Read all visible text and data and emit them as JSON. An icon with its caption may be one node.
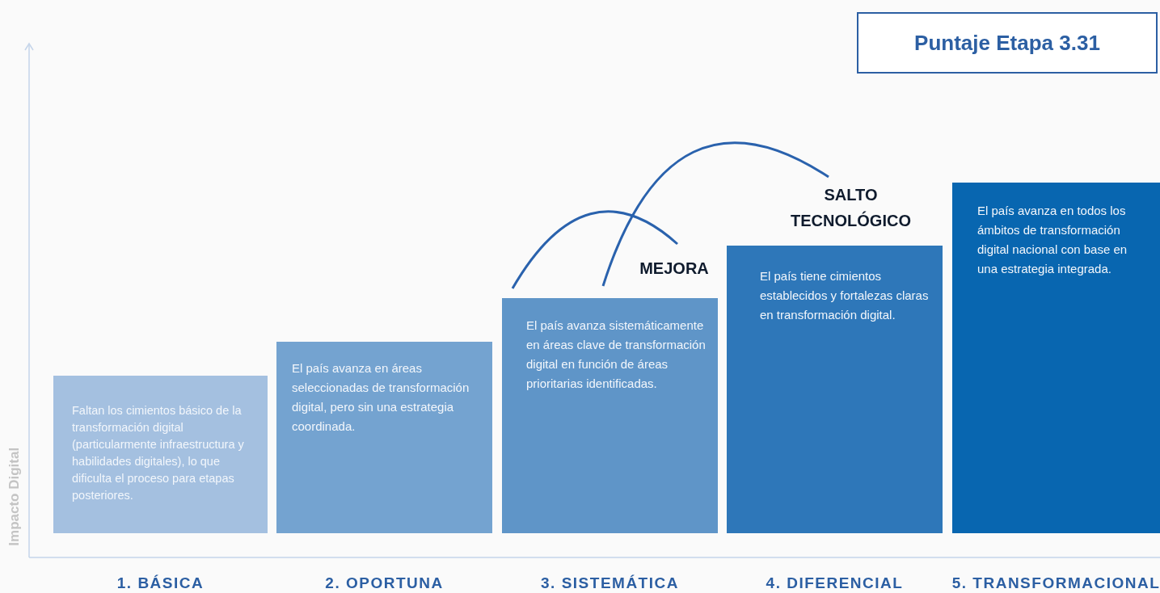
{
  "diagram": {
    "nodes": [
      {
        "text": [
          "Puntaje Etapa 3.31"
        ]
      },
      {
        "text": [
          "Faltan los cimientos básico de la transformación digital (particularmente infraestructura y habilidades digitales), lo que dificulta el proceso para etapas posteriores."
        ],
        "beside": [
          "1. BÁSICA"
        ]
      },
      {
        "text": [
          "El país avanza en áreas seleccionadas de transformación digital, pero sin una estrategia coordinada."
        ],
        "beside": [
          "2. OPORTUNA"
        ]
      },
      {
        "text": [
          "El país avanza sistemáticamente en áreas clave de transformación digital en función de áreas prioritarias identificadas."
        ],
        "beside": [
          "3. SISTEMÁTICA"
        ]
      },
      {
        "text": [
          "El país tiene cimientos establecidos y fortalezas claras en transformación digital."
        ],
        "beside": [
          "4. DIFERENCIAL"
        ]
      },
      {
        "text": [
          "El país avanza en todos los ámbitos de transformación digital nacional con base en una estrategia integrada."
        ],
        "beside": [
          "5. TRANSFORMACIONAL"
        ]
      },
      {
        "text": [
          "MEJORA"
        ]
      },
      {
        "text": [
          "SALTO TECNOLÓGICO"
        ]
      }
    ],
    "labels": [
      "Impacto Digital"
    ]
  }
}
